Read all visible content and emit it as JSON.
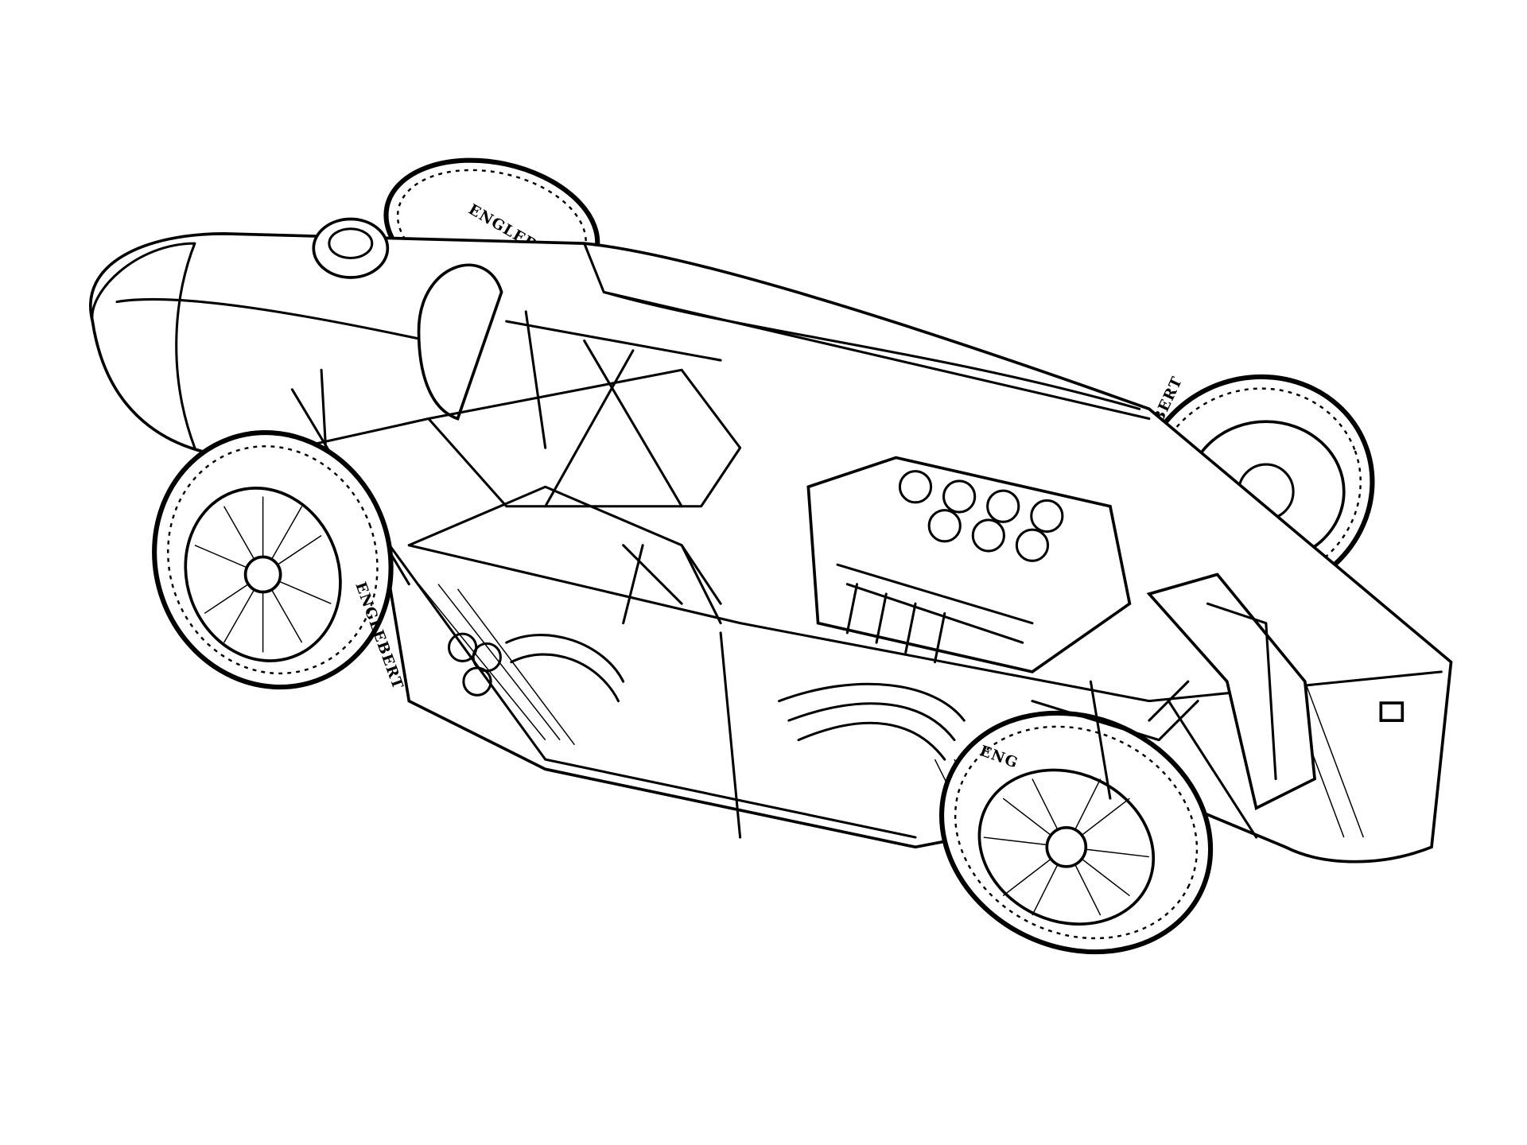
{
  "illustration": {
    "background": "#ffffff",
    "ink": "#000000",
    "tire_lettering": [
      "ENGLEBERT",
      "ENGLEBERT",
      "ENGLEBERT",
      "ENG"
    ]
  }
}
